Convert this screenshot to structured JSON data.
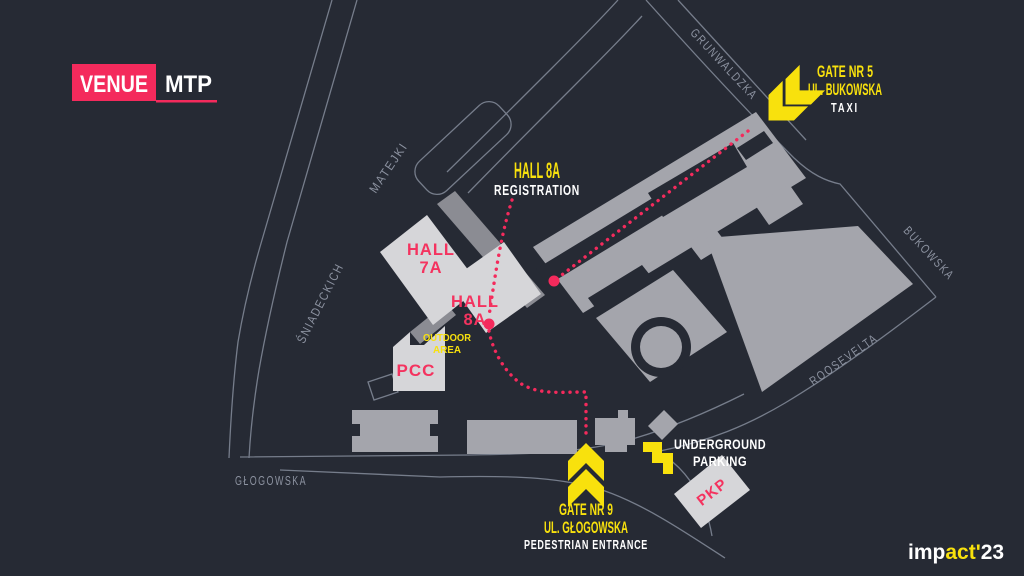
{
  "brand": {
    "venue": "VENUE",
    "mtp": "MTP"
  },
  "footer": {
    "imp": "imp",
    "act": "act'",
    "year": "23"
  },
  "streets": {
    "matejki": "MATEJKI",
    "sniadeckich": "ŚNIADECKICH",
    "grunwaldzka": "GRUNWALDZKA",
    "bukowska": "BUKOWSKA",
    "roosevelta": "ROOSEVELTA",
    "glogowska": "GŁOGOWSKA"
  },
  "callout": {
    "hall8a": {
      "title": "HALL 8A",
      "subtitle": "REGISTRATION"
    }
  },
  "gate5": {
    "line1": "GATE NR 5",
    "line2": "UL. BUKOWSKA",
    "note": "TAXI"
  },
  "gate9": {
    "line1": "GATE NR 9",
    "line2": "UL. GŁOGOWSKA",
    "note": "PEDESTRIAN ENTRANCE"
  },
  "parking": {
    "line1": "UNDERGROUND",
    "line2": "PARKING"
  },
  "halls": {
    "hall7a": {
      "line1": "HALL",
      "line2": "7A"
    },
    "hall8a": {
      "line1": "HALL",
      "line2": "8A"
    },
    "pcc": "PCC",
    "pkp": "PKP"
  },
  "outdoor": {
    "line1": "OUTDOOR",
    "line2": "AREA"
  },
  "colors": {
    "background": "#262a34",
    "building_light": "#d6d6d9",
    "building_mid": "#a4a5ac",
    "accent_pink": "#f42a5c",
    "accent_yellow": "#f8e10d",
    "text_white": "#ffffff",
    "street_line": "#767d8b"
  }
}
